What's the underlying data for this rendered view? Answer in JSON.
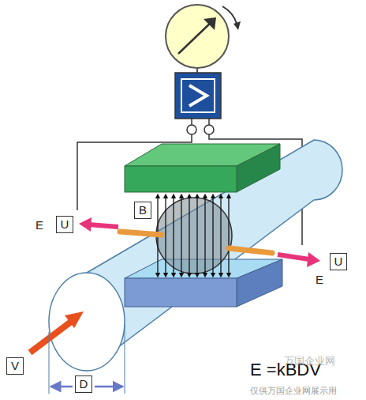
{
  "diagram": {
    "nodes": [
      {
        "text": [
          "U"
        ]
      },
      {
        "text": [
          "B"
        ]
      },
      {
        "text": [
          "U"
        ]
      },
      {
        "text": [
          "V"
        ]
      },
      {
        "text": [
          "D"
        ]
      }
    ],
    "labels": [
      "E",
      "E",
      "E =kBDV",
      "万国企业网",
      "仅供万国企业网展示用"
    ]
  }
}
